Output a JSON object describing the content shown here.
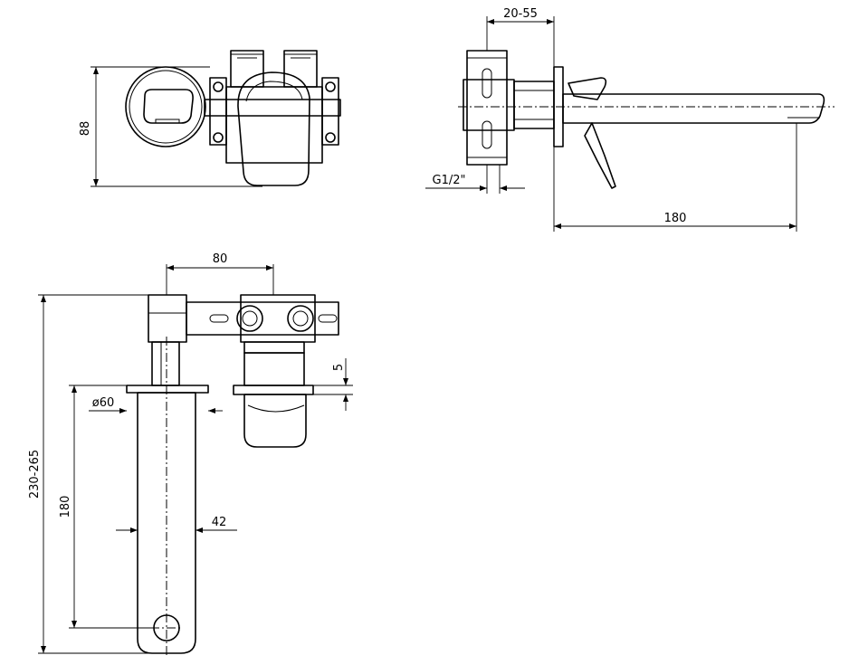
{
  "dimensions": {
    "height_88": "88",
    "depth_20_55": "20-55",
    "thread_g12": "G1/2\"",
    "spout_180_side": "180",
    "spacing_80": "80",
    "offset_5": "5",
    "diameter_60": "ø60",
    "spout_42": "42",
    "spout_180_plan": "180",
    "overall_230_265": "230-265"
  }
}
